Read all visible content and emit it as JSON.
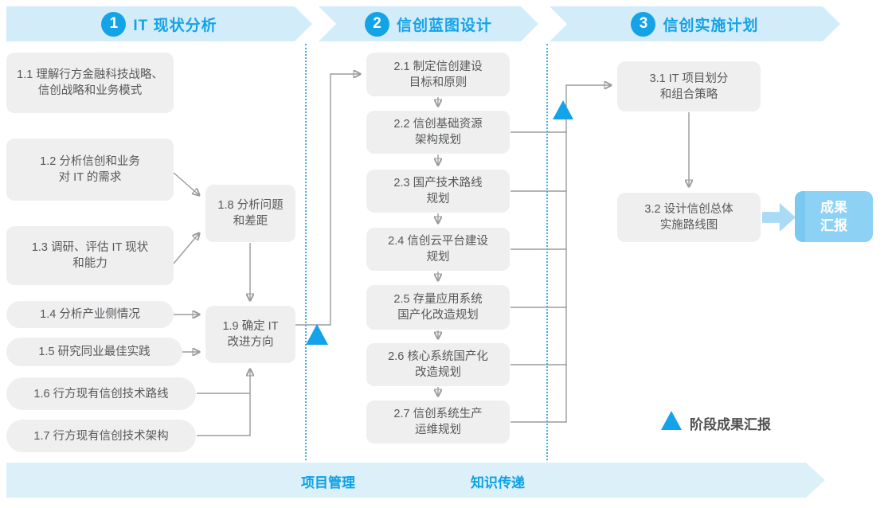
{
  "header": {
    "phases": [
      {
        "number": "1",
        "title": "IT 现状分析"
      },
      {
        "number": "2",
        "title": "信创蓝图设计"
      },
      {
        "number": "3",
        "title": "信创实施计划"
      }
    ]
  },
  "phase1": {
    "box_1_1": [
      "1.1 理解行方金融科技战略、",
      "信创战略和业务模式"
    ],
    "box_1_2": [
      "1.2 分析信创和业务",
      "对 IT 的需求"
    ],
    "box_1_3": [
      "1.3 调研、评估 IT 现状",
      "和能力"
    ],
    "box_1_4": "1.4 分析产业侧情况",
    "box_1_5": "1.5 研究同业最佳实践",
    "box_1_6": "1.6 行方现有信创技术路线",
    "box_1_7": "1.7 行方现有信创技术架构",
    "box_1_8": [
      "1.8 分析问题",
      "和差距"
    ],
    "box_1_9": [
      "1.9 确定 IT",
      "改进方向"
    ]
  },
  "phase2": {
    "box_2_1": [
      "2.1 制定信创建设",
      "目标和原则"
    ],
    "box_2_2": [
      "2.2 信创基础资源",
      "架构规划"
    ],
    "box_2_3": [
      "2.3 国产技术路线",
      "规划"
    ],
    "box_2_4": [
      "2.4 信创云平台建设",
      "规划"
    ],
    "box_2_5": [
      "2.5 存量应用系统",
      "国产化改造规划"
    ],
    "box_2_6": [
      "2.6 核心系统国产化",
      "改造规划"
    ],
    "box_2_7": [
      "2.7 信创系统生产",
      "运维规划"
    ]
  },
  "phase3": {
    "box_3_1": [
      "3.1 IT 项目划分",
      "和组合策略"
    ],
    "box_3_2": [
      "3.2 设计信创总体",
      "实施路线图"
    ],
    "result_box": [
      "成果",
      "汇报"
    ]
  },
  "legend": {
    "milestone_label": "阶段成果汇报"
  },
  "footer": {
    "labels": [
      "项目管理",
      "知识传递"
    ]
  },
  "colors": {
    "accent_blue": "#14a3e7",
    "banner_bg": "#d3ecfa",
    "box_bg": "#efefef",
    "box_text": "#57585b",
    "connector_gray": "#9b9b9b",
    "divider_dotted_blue": "#3fb0e8",
    "milestone_triangle": "#13a3e8",
    "result_box_bg": "#8dd2f4",
    "result_box_stripe": "#79c9f0",
    "block_arrow": "#a9dbf6",
    "footer_bg": "#dcf0fa"
  }
}
